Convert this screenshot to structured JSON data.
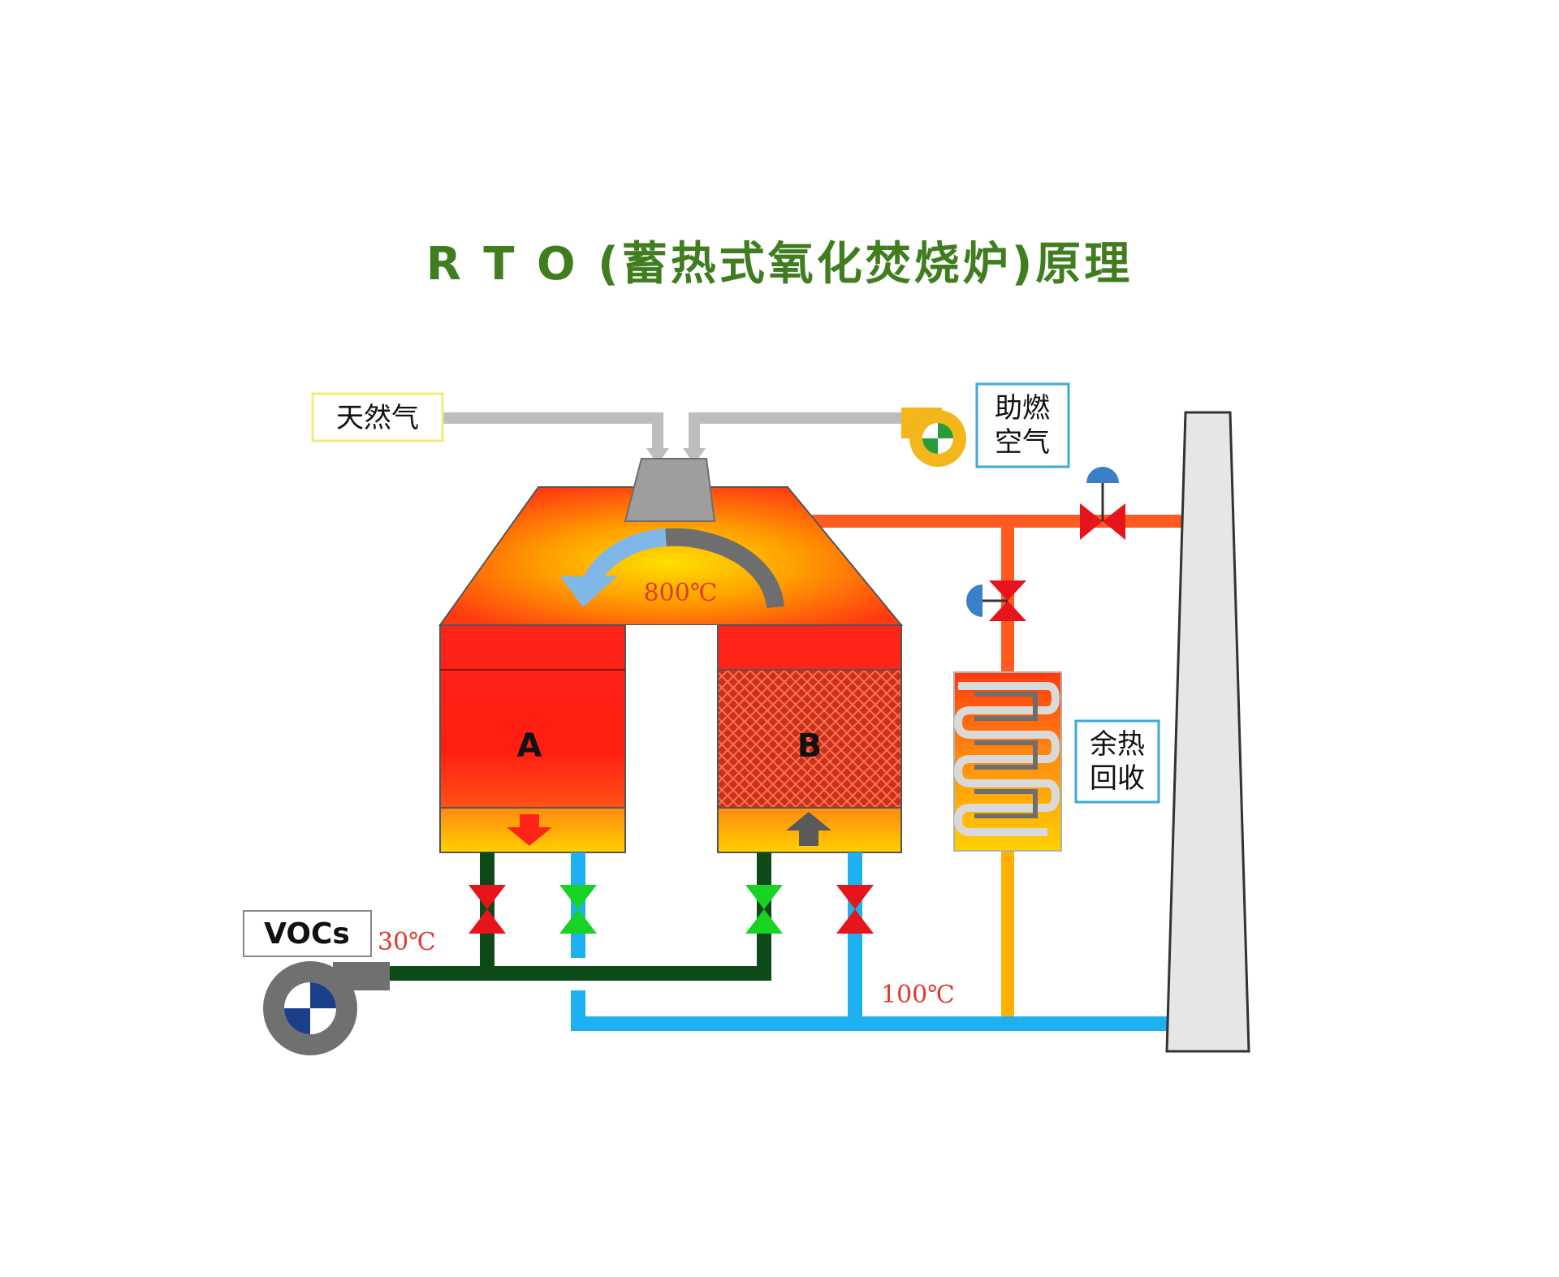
{
  "title": "R T O (蓄热式氧化焚烧炉)原理",
  "labels": {
    "natural_gas": "天然气",
    "combustion_air_line1": "助燃",
    "combustion_air_line2": "空气",
    "heat_recovery_line1": "余热",
    "heat_recovery_line2": "回收",
    "vocs": "VOCs",
    "chamber_a": "A",
    "chamber_b": "B"
  },
  "temperatures": {
    "combustion": "800℃",
    "inlet": "30℃",
    "outlet": "100℃"
  },
  "colors": {
    "title": "#3f7d1f",
    "hot_pipe": "#ff5a1f",
    "warm_pipe": "#ffb000",
    "clean_pipe": "#1fb0f0",
    "vocs_pipe": "#0e4a17",
    "gas_pipe": "#bdbdbd",
    "valve_red": "#e8141c",
    "valve_green": "#19d226"
  }
}
